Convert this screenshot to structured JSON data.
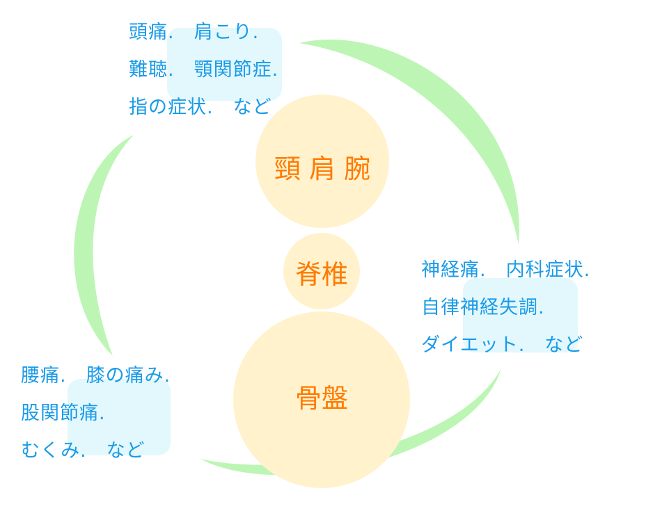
{
  "colors": {
    "arc": "#bdf5b5",
    "circle": "#fff2cc",
    "label": "#ff7a00",
    "text": "#1a9be8",
    "box": "#e3f8fd"
  },
  "regions": {
    "neck": {
      "label": "頸 肩 腕",
      "items": [
        "頭痛.　肩こり.",
        "難聴.　顎関節症.",
        "指の症状.　など"
      ]
    },
    "spine": {
      "label": "脊椎",
      "items": [
        "神経痛.　内科症状.",
        "自律神経失調.",
        "ダイエット.　など"
      ]
    },
    "pelvis": {
      "label": "骨盤",
      "items": [
        "腰痛.　膝の痛み.",
        "股関節痛.",
        "むくみ.　など"
      ]
    }
  }
}
